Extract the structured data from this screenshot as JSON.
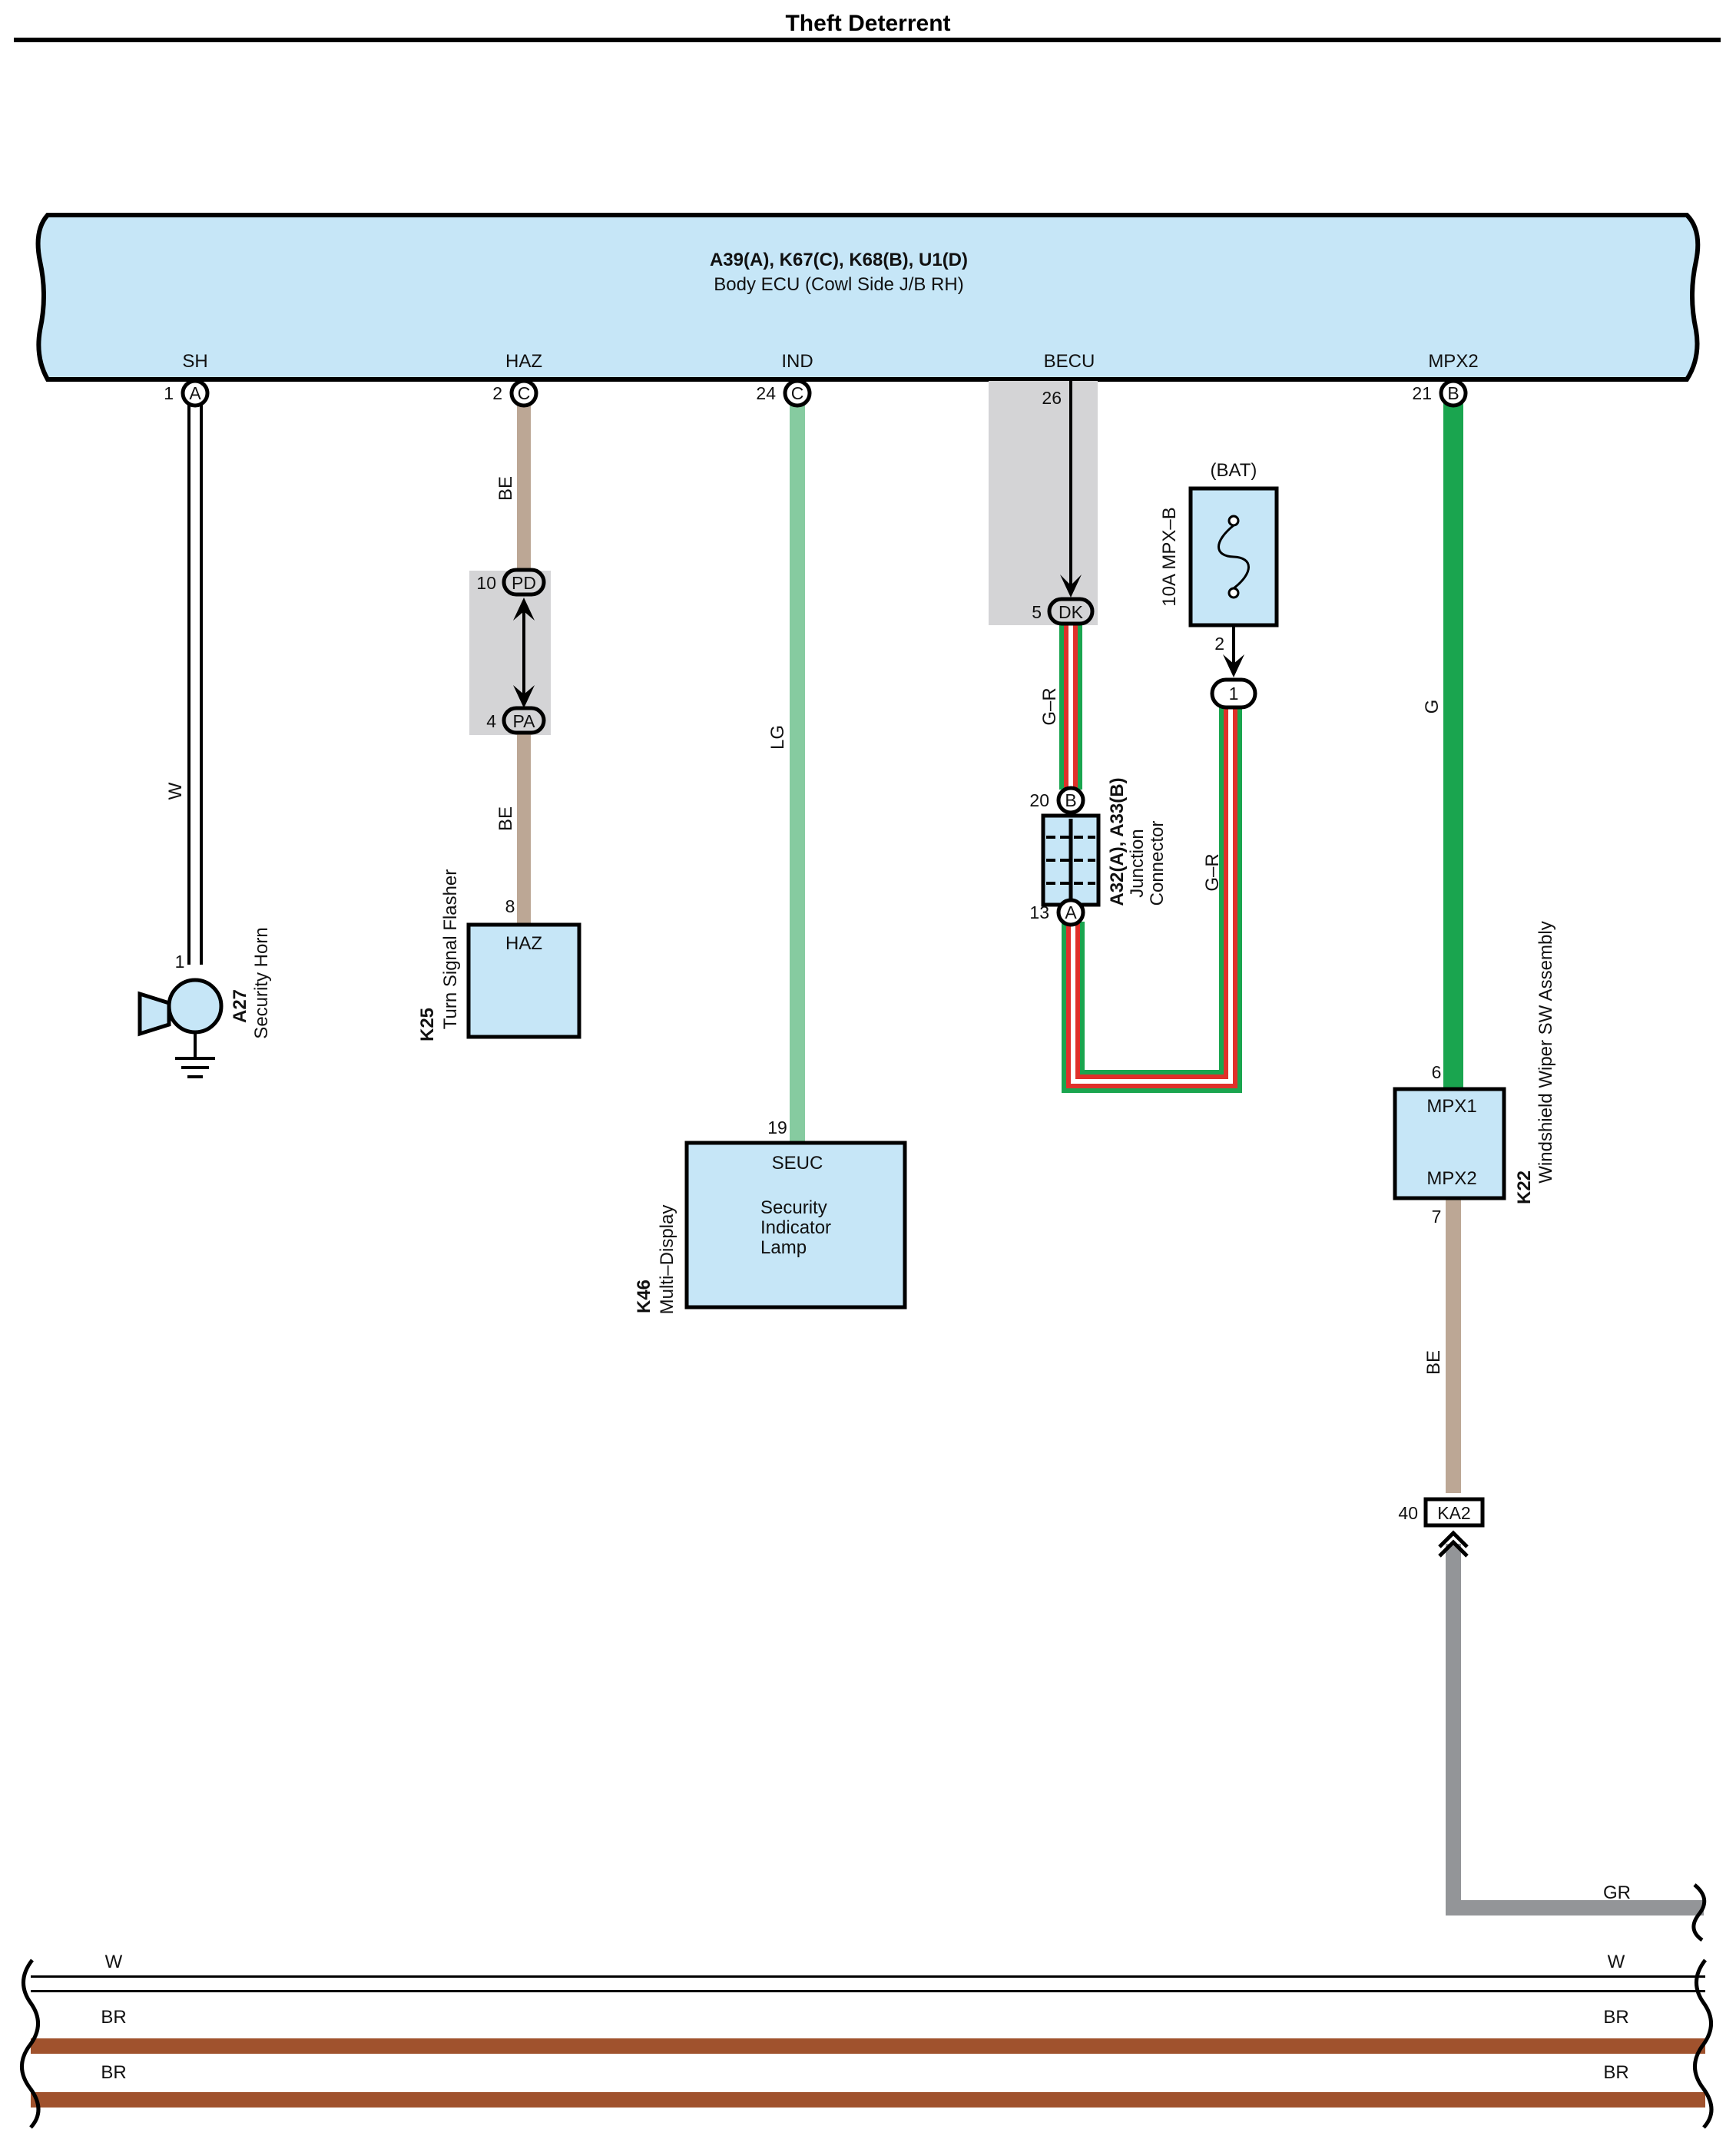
{
  "page_title": "Theft Deterrent",
  "colors": {
    "component_fill": "#c6e6f7",
    "shaded_area": "#d4d4d6",
    "W": "#ffffff",
    "BE": "#bca795",
    "LG": "#86cba0",
    "G": "#1aa54f",
    "GR": "#939598",
    "BR": "#a0522d",
    "G-R_base": "#1aa54f",
    "G-R_stripe": "#e0302a"
  },
  "ecu": {
    "id_line": "A39(A), K67(C), K68(B), U1(D)",
    "name_line": "Body ECU (Cowl Side J/B RH)",
    "terminals": [
      {
        "name": "SH",
        "pin": "1",
        "connector": "A"
      },
      {
        "name": "HAZ",
        "pin": "2",
        "connector": "C"
      },
      {
        "name": "IND",
        "pin": "24",
        "connector": "C"
      },
      {
        "name": "BECU",
        "pin": "26",
        "connector": ""
      },
      {
        "name": "MPX2",
        "pin": "21",
        "connector": "B"
      }
    ]
  },
  "wires": {
    "w_sh": "W",
    "be_upper": "BE",
    "be_lower": "BE",
    "lg": "LG",
    "gr_left": "G–R",
    "gr_right": "G–R",
    "g": "G",
    "be_k22": "BE",
    "gr_bottom": "GR"
  },
  "inline_connectors": {
    "pd": {
      "pin": "10",
      "label": "PD"
    },
    "pa": {
      "pin": "4",
      "label": "PA"
    },
    "dk": {
      "pin": "5",
      "label": "DK"
    },
    "ka2": {
      "pin": "40",
      "label": "KA2"
    }
  },
  "fuse": {
    "source": "(BAT)",
    "name": "10A MPX–B",
    "out_pin": "2",
    "conn_label": "1"
  },
  "junction": {
    "id": "A32(A), A33(B)",
    "name_line1": "Junction",
    "name_line2": "Connector",
    "top_pin": "20",
    "top_conn": "B",
    "bottom_pin": "13",
    "bottom_conn": "A"
  },
  "components": {
    "a27": {
      "id": "A27",
      "name": "Security Horn",
      "pin": "1"
    },
    "k25": {
      "id": "K25",
      "name": "Turn Signal Flasher",
      "pin": "8",
      "terminal": "HAZ"
    },
    "k46": {
      "id": "K46",
      "name": "Multi–Display",
      "pin": "19",
      "terminal": "SEUC",
      "inner_line1": "Security",
      "inner_line2": "Indicator",
      "inner_line3": "Lamp"
    },
    "k22": {
      "id": "K22",
      "name": "Windshield Wiper SW Assembly",
      "pin_top": "6",
      "terminal_top": "MPX1",
      "pin_bottom": "7",
      "terminal_bottom": "MPX2"
    }
  },
  "bus_wires": [
    {
      "label_left": "W",
      "label_right": "W",
      "color": "W"
    },
    {
      "label_left": "BR",
      "label_right": "BR",
      "color": "BR"
    },
    {
      "label_left": "BR",
      "label_right": "BR",
      "color": "BR"
    }
  ]
}
